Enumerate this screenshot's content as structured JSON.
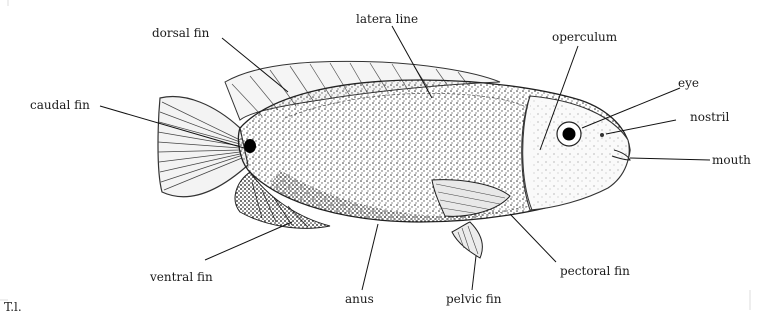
{
  "labels": {
    "dorsal_fin": "dorsal fin",
    "lateral_line": "latera line",
    "operculum": "operculum",
    "eye": "eye",
    "nostril": "nostril",
    "mouth": "mouth",
    "caudal_fin": "caudal fin",
    "ventral_fin": "ventral fin",
    "anus": "anus",
    "pelvic_fin": "pelvic fin",
    "pectoral_fin": "pectoral fin"
  },
  "corner_mark": "T.l.",
  "colors": {
    "ink": "#1a1a1a",
    "background": "#ffffff"
  }
}
